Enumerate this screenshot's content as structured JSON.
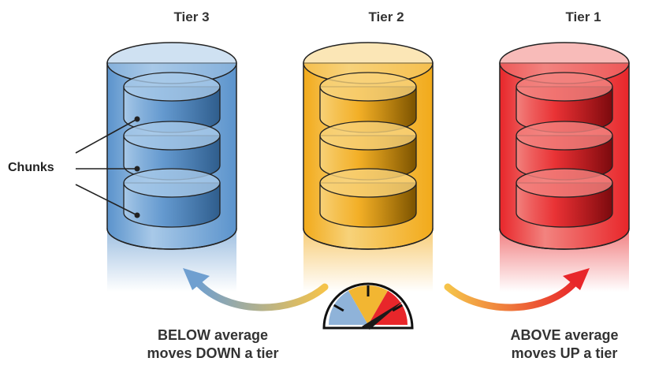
{
  "tiers": [
    {
      "label": "Tier 3",
      "color": "#5b93cc",
      "tint": "#a8c9e8",
      "dark": "#2f5d8c"
    },
    {
      "label": "Tier 2",
      "color": "#f2aa1a",
      "tint": "#f7d27a",
      "dark": "#7a5200"
    },
    {
      "label": "Tier 1",
      "color": "#e8262a",
      "tint": "#f2837f",
      "dark": "#7a0a0e"
    }
  ],
  "chunks_label": "Chunks",
  "below_caption": [
    "BELOW average",
    "moves DOWN a tier"
  ],
  "above_caption": [
    "ABOVE average",
    "moves UP a tier"
  ],
  "gauge": {
    "colors": [
      "#8fb3d9",
      "#f2b632",
      "#e8262a"
    ],
    "needle_color": "#1a1a1a"
  }
}
